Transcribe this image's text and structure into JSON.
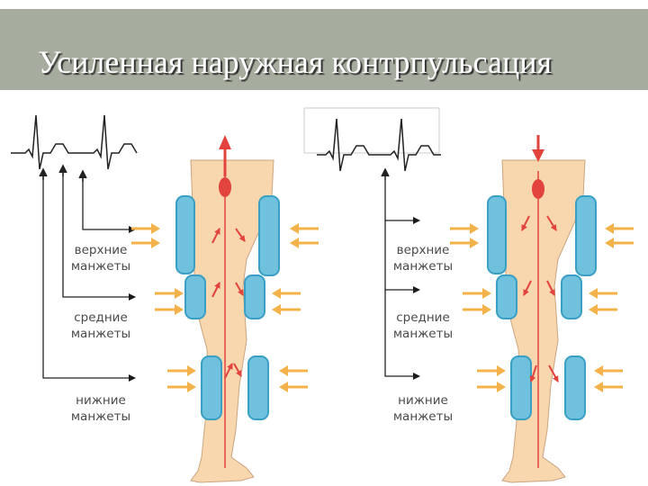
{
  "title": "Усиленная наружная контрпульсация",
  "panels": [
    {
      "id": "left",
      "labels": [
        {
          "line1": "верхние",
          "line2": "манжеты"
        },
        {
          "line1": "средние",
          "line2": "манжеты"
        },
        {
          "line1": "нижние",
          "line2": "манжеты"
        }
      ]
    },
    {
      "id": "right",
      "labels": [
        {
          "line1": "верхние",
          "line2": "манжеты"
        },
        {
          "line1": "средние",
          "line2": "манжеты"
        },
        {
          "line1": "нижние",
          "line2": "манжеты"
        }
      ]
    }
  ],
  "colors": {
    "title_bar": "#a7ad9e",
    "skin": "#f8d7ae",
    "cuff": "#6fc1de",
    "arrow_red": "#e2433d",
    "arrow_orange": "#f4b24a"
  }
}
